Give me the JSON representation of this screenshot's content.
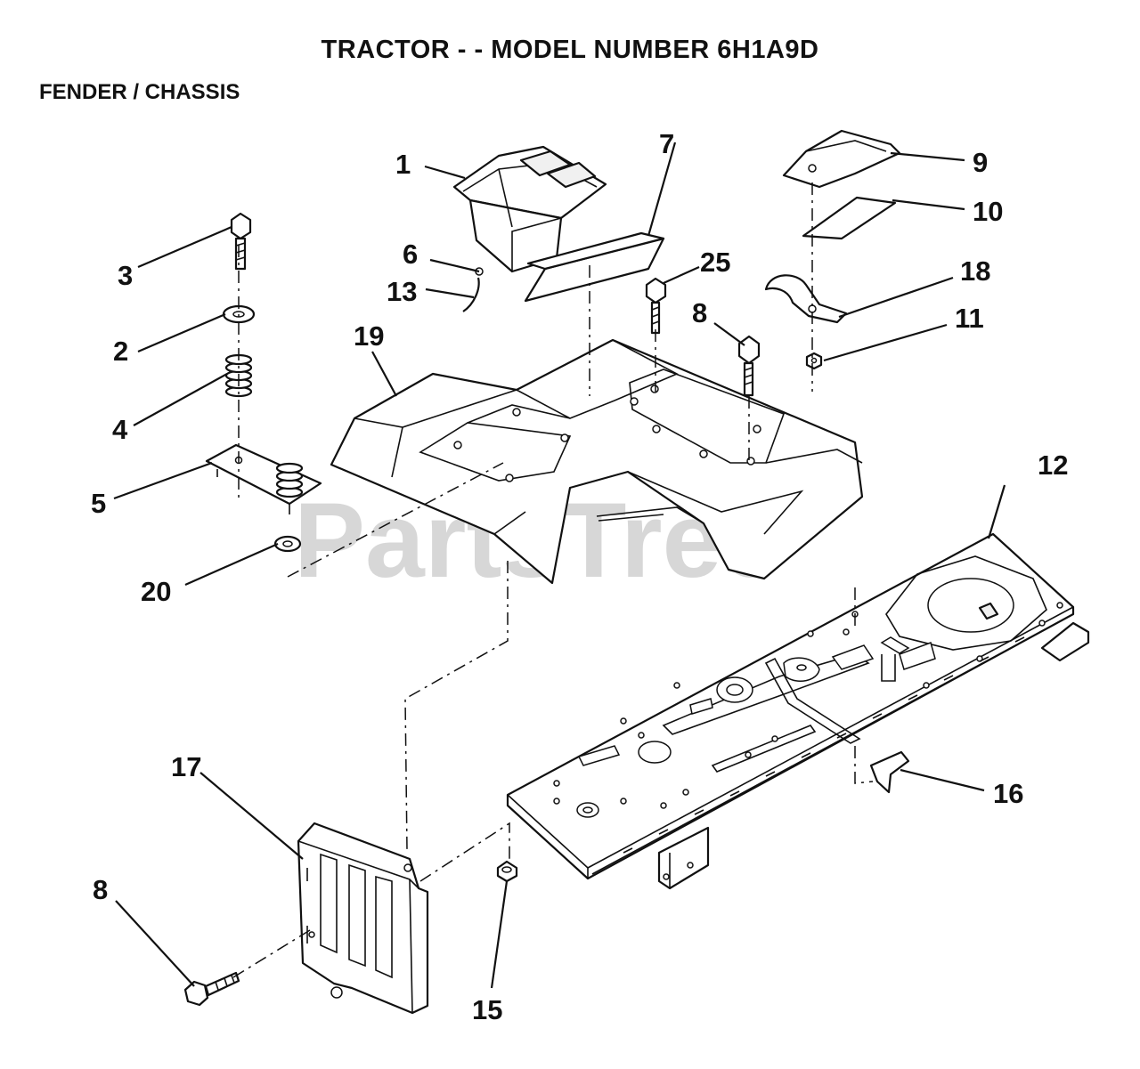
{
  "header": {
    "title": "TRACTOR - - MODEL NUMBER 6H1A9D",
    "subtitle": "FENDER / CHASSIS"
  },
  "watermark": "PartsTree",
  "callouts": [
    {
      "id": "c1",
      "label": "1"
    },
    {
      "id": "c2",
      "label": "2"
    },
    {
      "id": "c3",
      "label": "3"
    },
    {
      "id": "c4",
      "label": "4"
    },
    {
      "id": "c5",
      "label": "5"
    },
    {
      "id": "c6",
      "label": "6"
    },
    {
      "id": "c7",
      "label": "7"
    },
    {
      "id": "c8a",
      "label": "8"
    },
    {
      "id": "c8b",
      "label": "8"
    },
    {
      "id": "c9",
      "label": "9"
    },
    {
      "id": "c10",
      "label": "10"
    },
    {
      "id": "c11",
      "label": "11"
    },
    {
      "id": "c12",
      "label": "12"
    },
    {
      "id": "c13",
      "label": "13"
    },
    {
      "id": "c15",
      "label": "15"
    },
    {
      "id": "c16",
      "label": "16"
    },
    {
      "id": "c17",
      "label": "17"
    },
    {
      "id": "c18",
      "label": "18"
    },
    {
      "id": "c19",
      "label": "19"
    },
    {
      "id": "c20",
      "label": "20"
    },
    {
      "id": "c25",
      "label": "25"
    }
  ]
}
